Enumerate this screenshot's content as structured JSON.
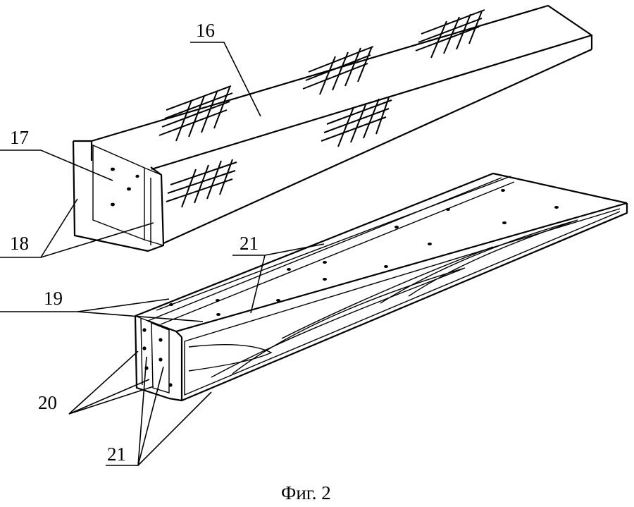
{
  "figure": {
    "caption": "Фиг. 2",
    "labels": {
      "l16": "16",
      "l17": "17",
      "l18": "18",
      "l19": "19",
      "l20": "20",
      "l21_top": "21",
      "l21_bottom": "21"
    }
  }
}
